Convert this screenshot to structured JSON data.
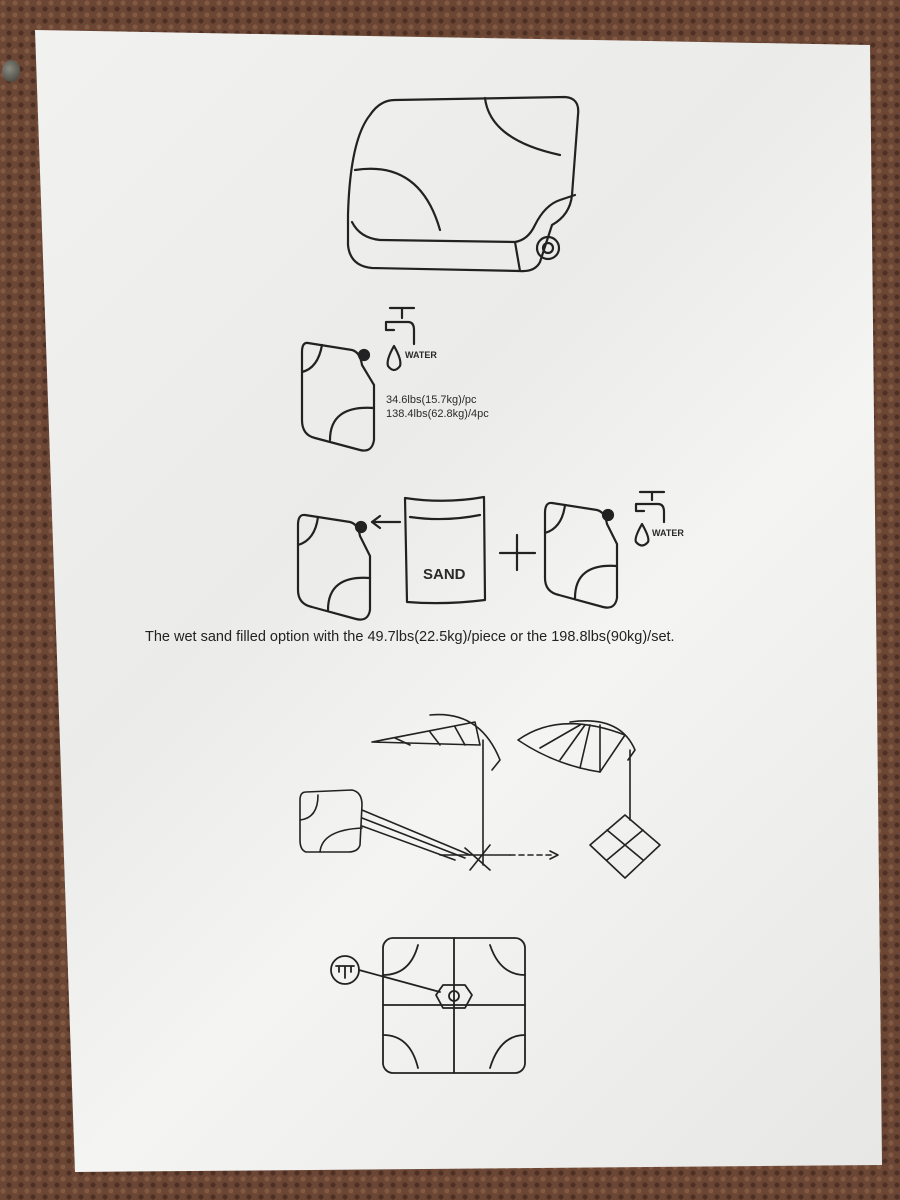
{
  "step1": {
    "water_label": "WATER",
    "weight_per_piece": "34.6lbs(15.7kg)/pc",
    "weight_set": "138.4lbs(62.8kg)/4pc"
  },
  "step2": {
    "sand_label": "SAND",
    "water_label": "WATER"
  },
  "caption": "The wet sand filled option with the 49.7lbs(22.5kg)/piece or the 198.8lbs(90kg)/set."
}
